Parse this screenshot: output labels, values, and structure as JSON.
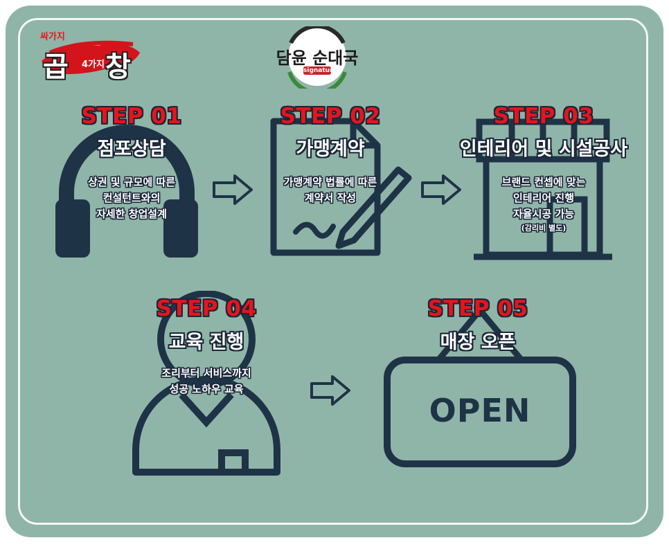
{
  "brand": {
    "left_logo_small": "싸가지",
    "left_logo_main_a": "곱",
    "left_logo_mid": "4가지",
    "left_logo_main_b": "창",
    "center_logo_name": "담윤 순대국",
    "center_logo_sub": "signature"
  },
  "steps": [
    {
      "label": "STEP 01",
      "title": "점포상담",
      "desc": [
        "상권 및 규모에 따른",
        "컨설턴트와의",
        "자세한 창업설계"
      ],
      "note": "",
      "icon": "headphones-icon"
    },
    {
      "label": "STEP 02",
      "title": "가맹계약",
      "desc": [
        "가맹계약 법률에 따른",
        "계약서 작성"
      ],
      "note": "",
      "icon": "contract-pen-icon"
    },
    {
      "label": "STEP 03",
      "title": "인테리어 및 시설공사",
      "desc": [
        "브랜드 컨셉에 맞는",
        "인테리어 진행",
        "자율시공 가능"
      ],
      "note": "(감리비 별도)",
      "icon": "storefront-icon"
    },
    {
      "label": "STEP 04",
      "title": "교육 진행",
      "desc": [
        "조리부터 서비스까지",
        "성공 노하우 교육"
      ],
      "note": "",
      "icon": "person-icon"
    },
    {
      "label": "STEP 05",
      "title": "매장 오픈",
      "desc": [],
      "note": "",
      "icon": "open-sign-icon"
    }
  ],
  "open_sign_text": "OPEN",
  "colors": {
    "background": "#8fb5a8",
    "icon": "#1f3347",
    "step_label": "#e8141b",
    "text": "#ffffff"
  }
}
